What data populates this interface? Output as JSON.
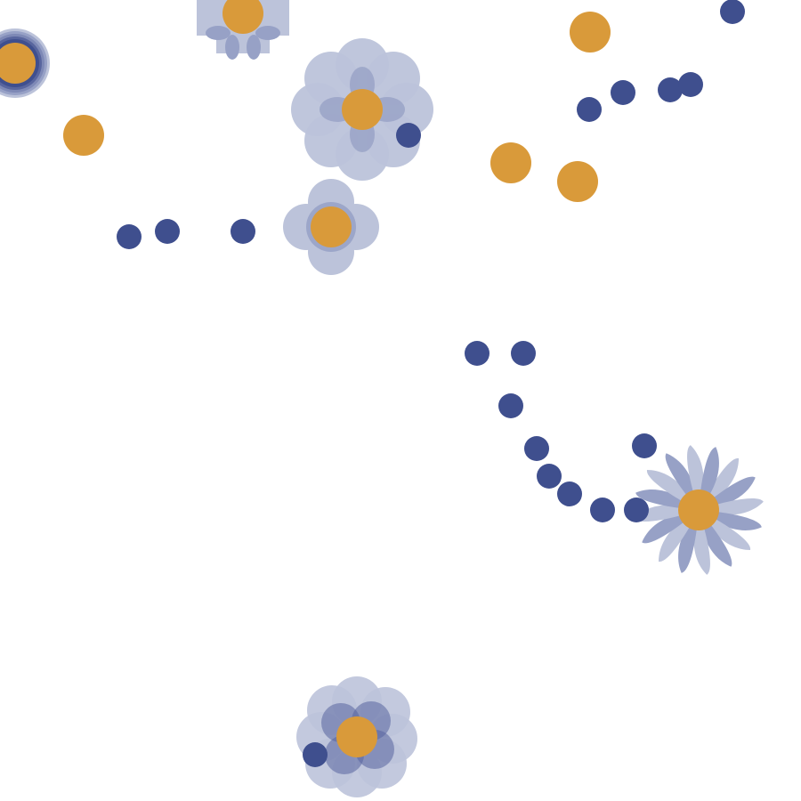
{
  "colors": {
    "background": "#ffffff",
    "stroke": "#1c1c1c",
    "node_orange": "#d99a3a",
    "node_blue": "#3f4f8e",
    "petal_light": "#bcc3da",
    "petal_mid": "#97a1c6",
    "petal_dark": "#58659e"
  },
  "flower_styles": [
    "rounded-petals",
    "square-petals",
    "swirl-petals",
    "concentric-rings"
  ],
  "node_kinds": [
    "orange-node",
    "blue-node"
  ]
}
